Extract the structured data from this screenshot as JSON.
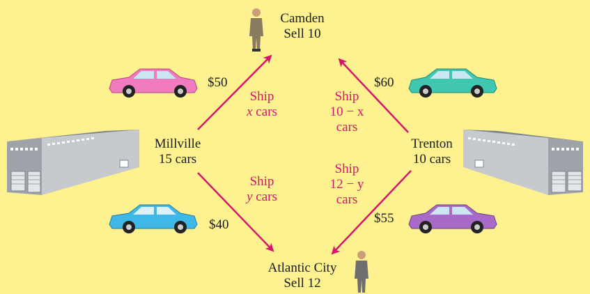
{
  "colors": {
    "background": "#FDF28F",
    "arrow": "#D6156C",
    "car_pink": "#F07BBE",
    "car_teal": "#3FC7B1",
    "car_blue": "#3FB8E8",
    "car_purple": "#A86AC8",
    "warehouse": "#B9BEC4"
  },
  "nodes": {
    "camden": {
      "name": "Camden",
      "detail": "Sell 10"
    },
    "atlantic_city": {
      "name": "Atlantic City",
      "detail": "Sell 12"
    },
    "millville": {
      "name": "Millville",
      "detail": "15 cars"
    },
    "trenton": {
      "name": "Trenton",
      "detail": "10 cars"
    }
  },
  "routes": {
    "millville_camden": {
      "line1": "Ship",
      "var": "x",
      "rest": " cars",
      "cost": "$50",
      "car_color": "pink"
    },
    "trenton_camden": {
      "line1": "Ship",
      "line2": "10 − x",
      "line3": "cars",
      "cost": "$60",
      "car_color": "teal"
    },
    "millville_atlantic": {
      "line1": "Ship",
      "var": "y",
      "rest": " cars",
      "cost": "$40",
      "car_color": "blue"
    },
    "trenton_atlantic": {
      "line1": "Ship",
      "line2": "12 − y",
      "line3": "cars",
      "cost": "$55",
      "car_color": "purple"
    }
  },
  "icons": [
    "warehouse-icon",
    "car-icon",
    "person-icon",
    "arrow-icon"
  ]
}
